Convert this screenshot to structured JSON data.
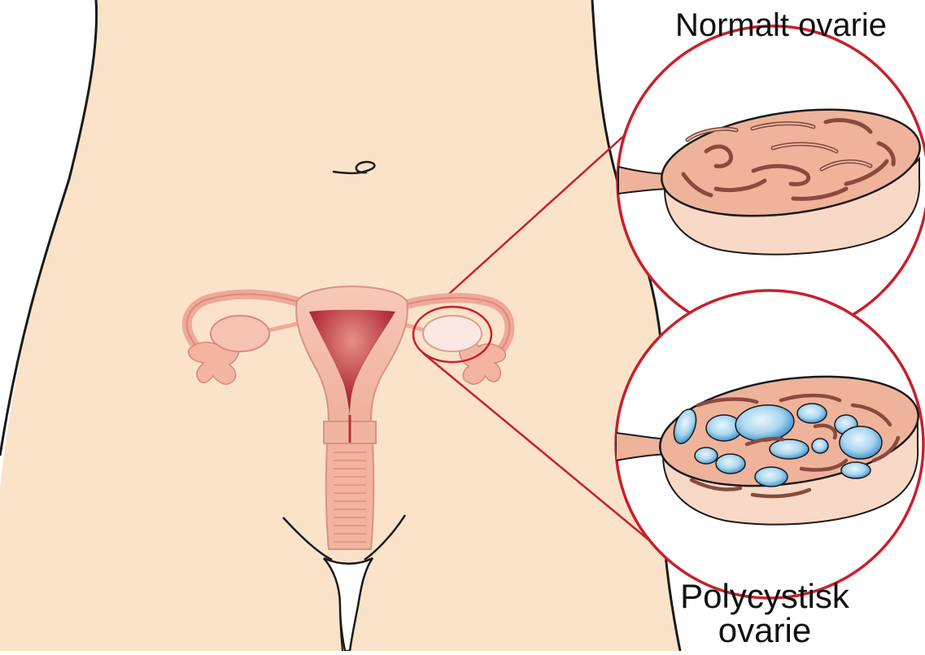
{
  "labels": {
    "normal_ovary": "Normalt ovarie",
    "polycystic_line1": "Polycystisk",
    "polycystic_line2": "ovarie"
  },
  "colors": {
    "skin": "#fbe3c9",
    "outline": "#1a1a1a",
    "callout_red": "#c8202c",
    "uterus_pink": "#f0aa98",
    "uterus_dark": "#b8343a",
    "ovary_tissue": "#eeb39a",
    "cyst_blue": "#3f9bd3"
  }
}
